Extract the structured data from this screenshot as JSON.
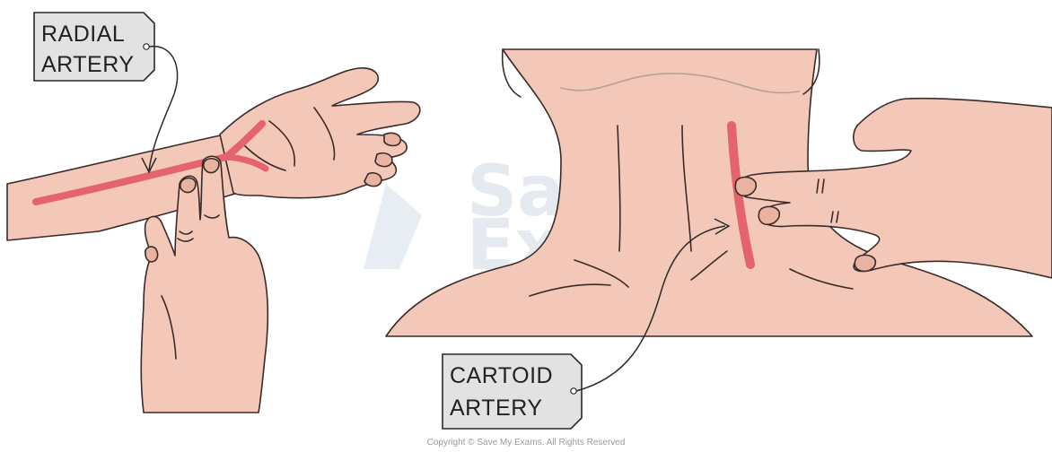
{
  "labels": {
    "radial_line1": "RADIAL",
    "radial_line2": "ARTERY",
    "carotid_line1": "CARTOID",
    "carotid_line2": "ARTERY"
  },
  "watermark": {
    "line1": "Save My",
    "line2": "Exams"
  },
  "copyright": "Copyright © Save My Exams. All Rights Reserved",
  "colors": {
    "skin": "#f3c8b8",
    "skin_shade": "#e9b3a2",
    "artery": "#e4636d",
    "outline": "#3a2a28",
    "label_fill": "#e2e2e2",
    "watermark": "#e3e8ef"
  }
}
